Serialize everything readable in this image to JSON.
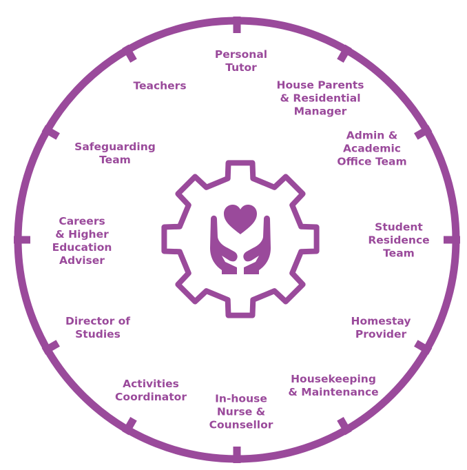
{
  "colors": {
    "accent": "#9a4a9b",
    "background": "#ffffff"
  },
  "center_icon": "hands-holding-heart-in-gear-icon",
  "roles": [
    "Personal\nTutor",
    "House Parents\n& Residential\nManager",
    "Admin &\nAcademic\nOffice Team",
    "Student\nResidence\nTeam",
    "Homestay\nProvider",
    "Housekeeping\n& Maintenance",
    "In-house\nNurse &\nCounsellor",
    "Activities\nCoordinator",
    "Director of\nStudies",
    "Careers\n& Higher\nEducation\nAdviser",
    "Safeguarding\nTeam",
    "Teachers"
  ]
}
